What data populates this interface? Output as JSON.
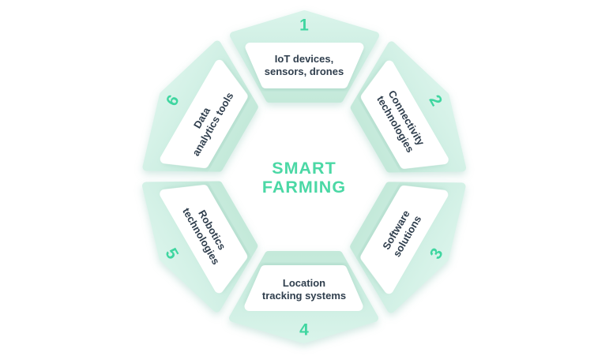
{
  "diagram_title": {
    "line1": "SMART",
    "line2": "FARMING"
  },
  "segments": [
    {
      "number": "1",
      "label_line1": "IoT devices,",
      "label_line2": "sensors, drones"
    },
    {
      "number": "2",
      "label_line1": "Connectivity",
      "label_line2": "technologies"
    },
    {
      "number": "3",
      "label_line1": "Software",
      "label_line2": "solutions"
    },
    {
      "number": "4",
      "label_line1": "Location",
      "label_line2": "tracking systems"
    },
    {
      "number": "5",
      "label_line1": "Robotics",
      "label_line2": "technologies"
    },
    {
      "number": "6",
      "label_line1": "Data",
      "label_line2": "analytics tools"
    }
  ],
  "colors": {
    "background": "#ffffff",
    "tile_mint": "#cdeee2",
    "tile_mint_dark": "#c2e8d8",
    "tile_mint_light": "#dcf5ec",
    "accent_number": "#3fd6a0",
    "accent_title": "#4bd8a5",
    "label_text": "#2f3e4d"
  }
}
